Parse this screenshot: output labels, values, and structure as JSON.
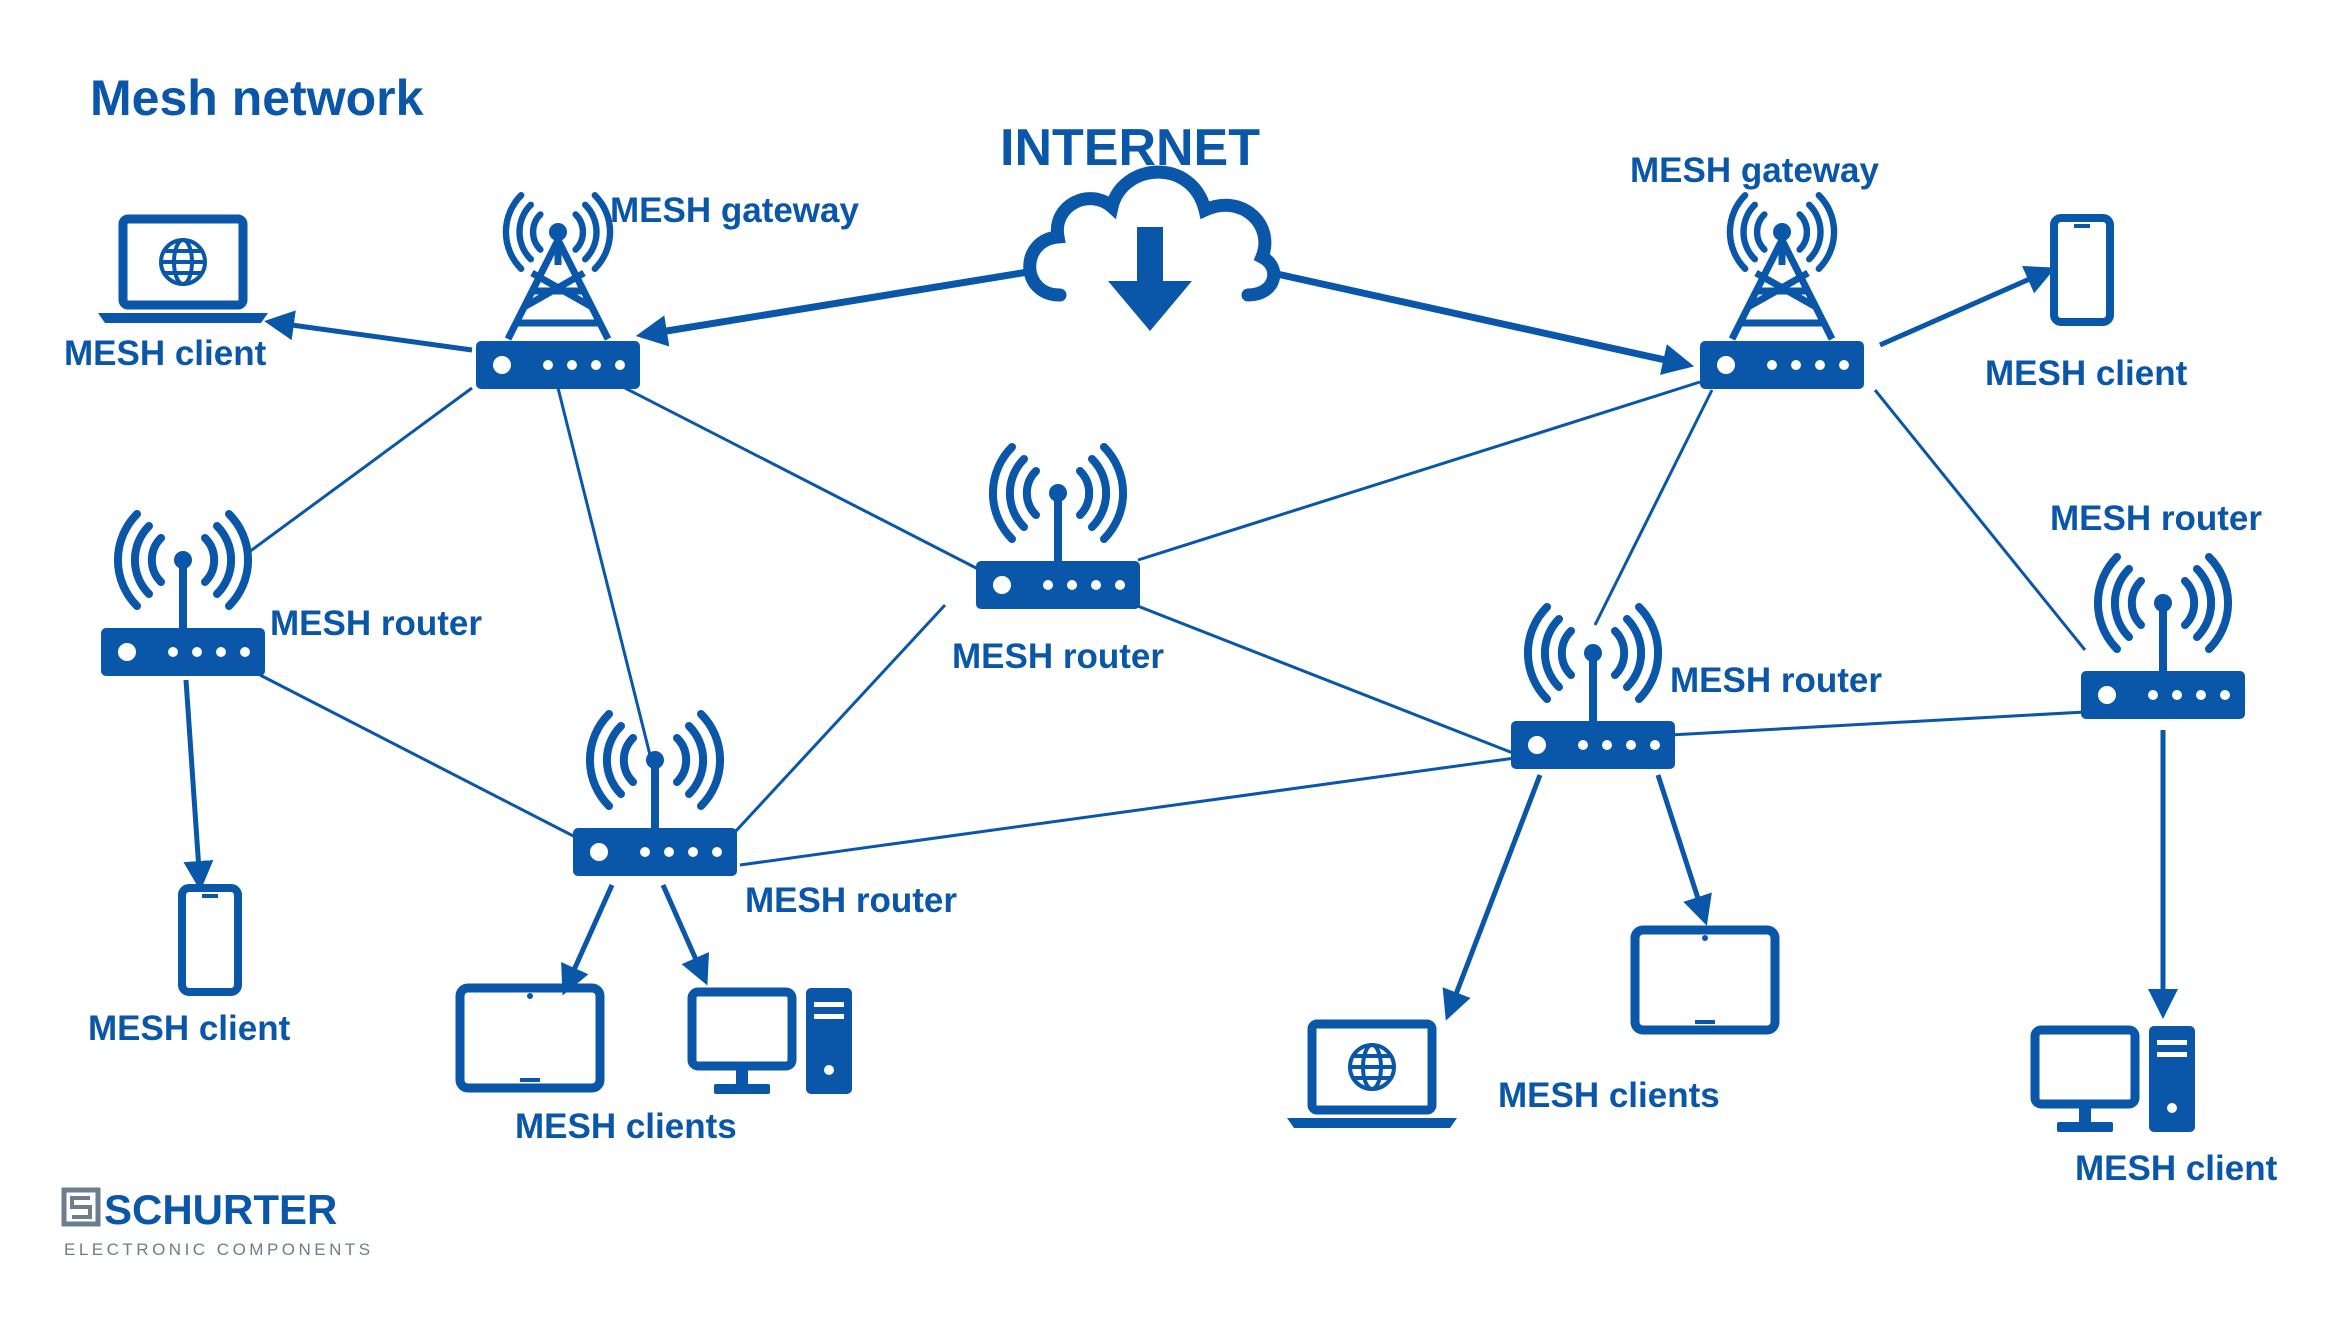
{
  "title": "Mesh network",
  "internet_label": "INTERNET",
  "labels": {
    "gw_left": "MESH gateway",
    "gw_right": "MESH gateway",
    "client_laptop_tl": "MESH client",
    "client_phone_tr": "MESH client",
    "router_left": "MESH router",
    "router_center": "MESH router",
    "router_bottom": "MESH router",
    "router_right_center": "MESH router",
    "router_far_right": "MESH router",
    "client_phone_bl": "MESH client",
    "clients_bottom_left": "MESH clients",
    "clients_bottom_right": "MESH clients",
    "client_desktop_br": "MESH client"
  },
  "logo": {
    "name": "SCHURTER",
    "tagline": "ELECTRONIC COMPONENTS"
  },
  "colors": {
    "primary": "#0a56a8",
    "logo_gray": "#6b7d8f"
  }
}
